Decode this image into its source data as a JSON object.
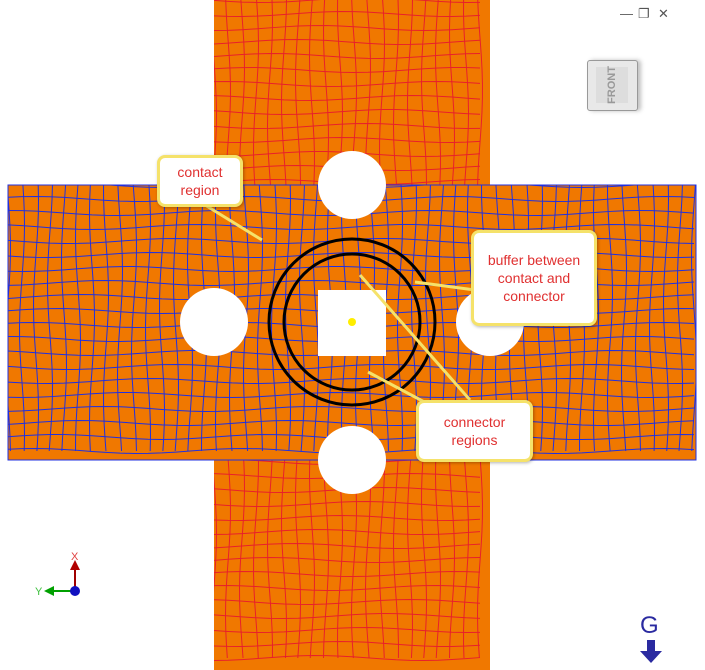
{
  "window_controls": {
    "minimize": "—",
    "restore": "❐",
    "close": "✕"
  },
  "view_cube": {
    "face": "FRONT"
  },
  "callouts": {
    "contact": "contact region",
    "buffer": "buffer between contact and connector",
    "connector": "connector regions"
  },
  "triad": {
    "x_label": "X",
    "y_label": "Y"
  },
  "gravity": {
    "label": "G"
  },
  "colors": {
    "mesh_fill": "#f07800",
    "plate1_lines": "#e8202a",
    "plate2_lines": "#2030e0",
    "callout_border": "#f5e26a",
    "callout_text": "#e03030"
  }
}
